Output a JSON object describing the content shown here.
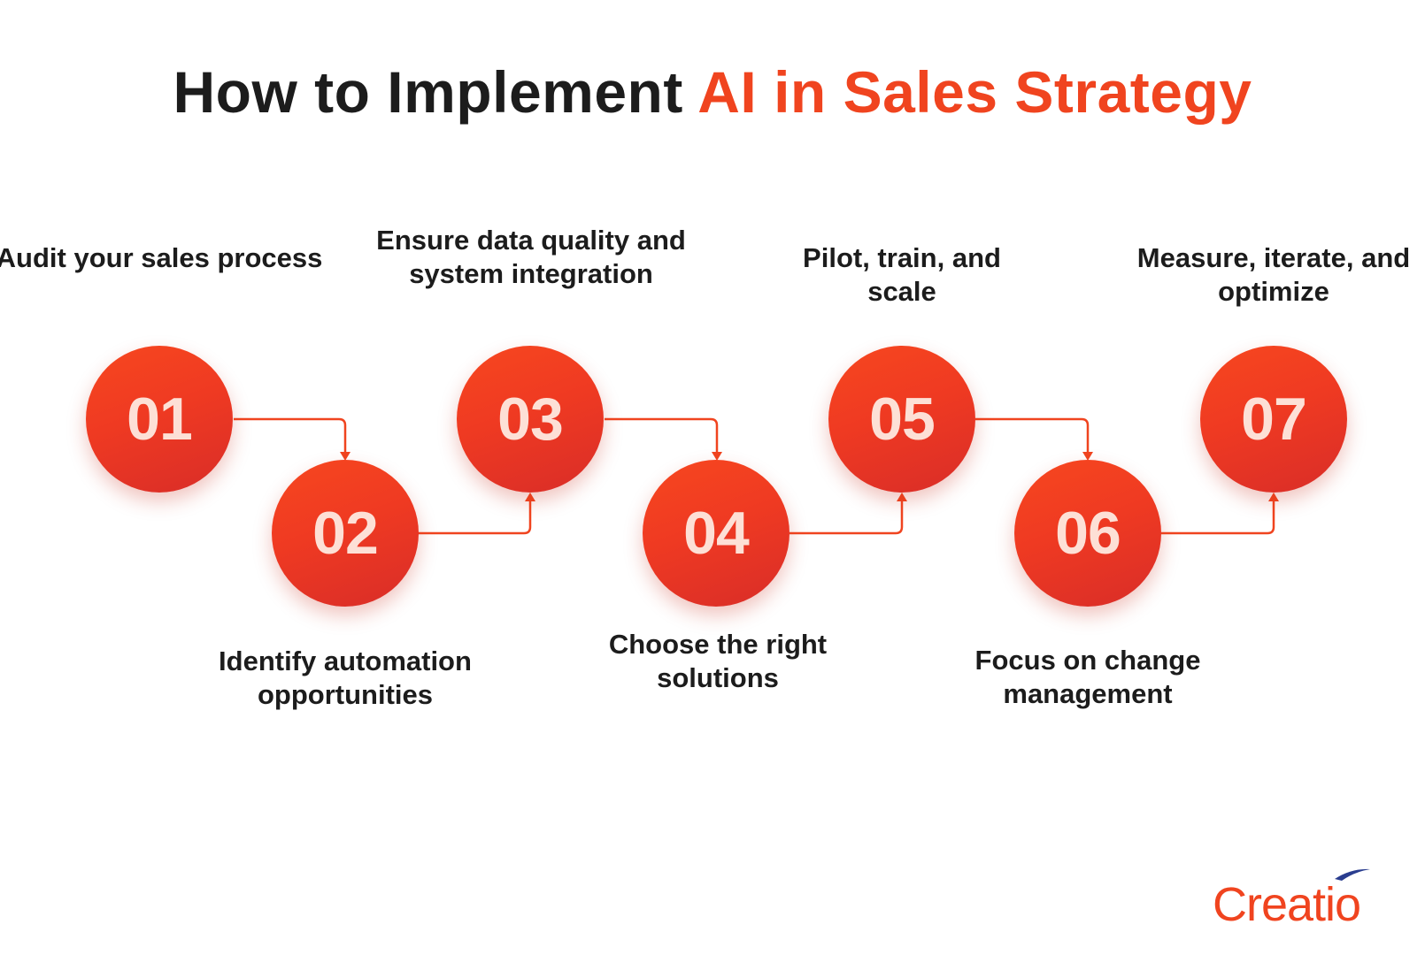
{
  "title": {
    "part1": "How to Implement ",
    "part2": "AI in Sales Strategy"
  },
  "steps": [
    {
      "number": "01",
      "label": "Audit your sales process"
    },
    {
      "number": "02",
      "label": "Identify automation opportunities"
    },
    {
      "number": "03",
      "label": "Ensure data quality and system integration"
    },
    {
      "number": "04",
      "label": "Choose the right solutions"
    },
    {
      "number": "05",
      "label": "Pilot, train, and scale"
    },
    {
      "number": "06",
      "label": "Focus on change management"
    },
    {
      "number": "07",
      "label": "Measure, iterate, and optimize"
    }
  ],
  "logo": {
    "text": "Creatio"
  },
  "colors": {
    "accent": "#f0441f",
    "text": "#1c1c1c",
    "circle_number": "#fde0d6",
    "logo_swoosh": "#2a3d8f"
  }
}
